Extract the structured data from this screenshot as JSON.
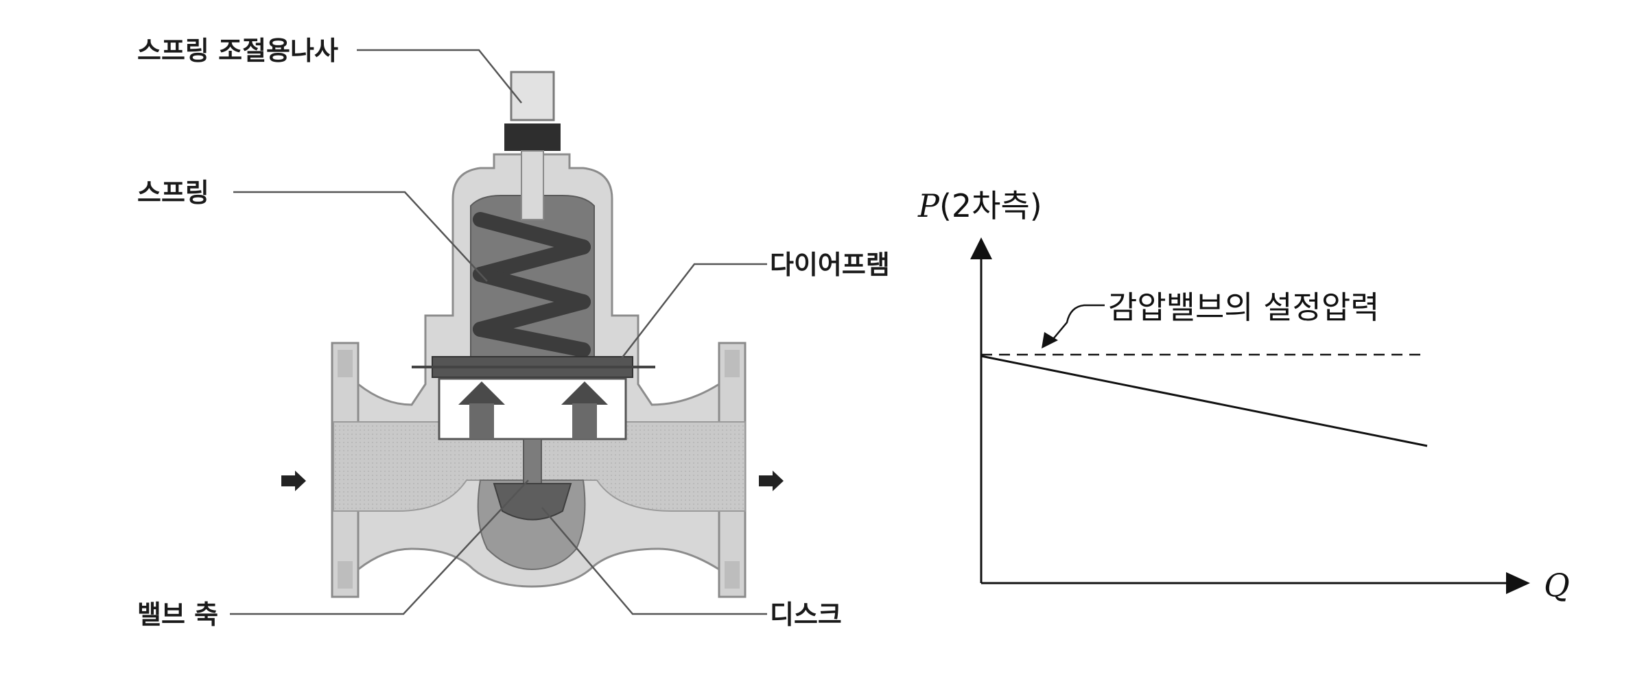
{
  "valve_labels": {
    "adjust_screw": "스프링 조절용나사",
    "spring": "스프링",
    "diaphragm": "다이어프램",
    "valve_stem": "밸브 축",
    "disc": "디스크"
  },
  "graph": {
    "y_symbol": "P",
    "y_note": "(2차측)",
    "x_symbol": "Q",
    "setpoint_label": "감압밸브의 설정압력"
  }
}
